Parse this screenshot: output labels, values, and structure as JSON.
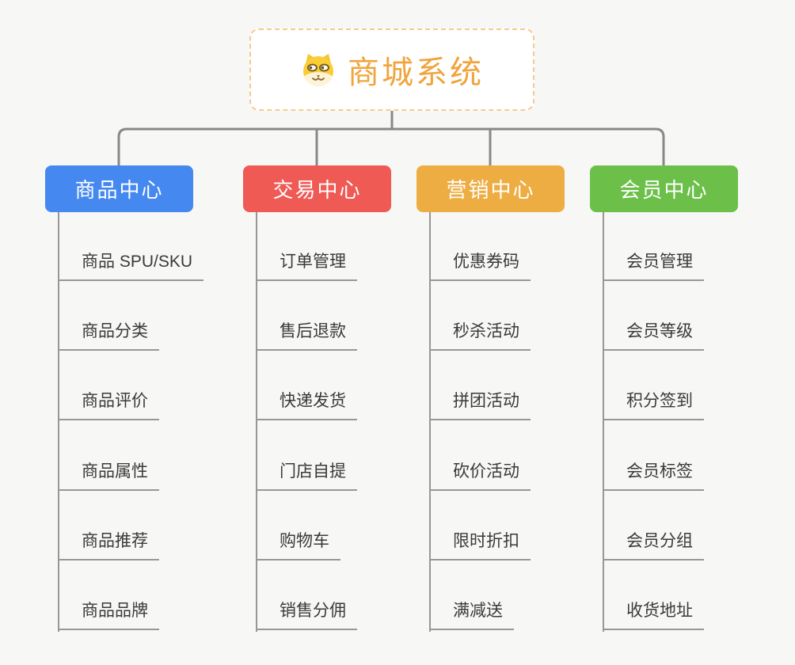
{
  "root": {
    "label": "商城系统",
    "icon": "doge-icon",
    "text_color": "#f0a43c",
    "border_color": "#f6ca8e"
  },
  "connector_color": "#888888",
  "child_line_color": "#979797",
  "child_text_color": "#3a3a3a",
  "background_color": "#f7f7f5",
  "branches": [
    {
      "label": "商品中心",
      "color": "#4589f0",
      "children": [
        "商品 SPU/SKU",
        "商品分类",
        "商品评价",
        "商品属性",
        "商品推荐",
        "商品品牌"
      ]
    },
    {
      "label": "交易中心",
      "color": "#ef5a55",
      "children": [
        "订单管理",
        "售后退款",
        "快递发货",
        "门店自提",
        "购物车",
        "销售分佣"
      ]
    },
    {
      "label": "营销中心",
      "color": "#eead42",
      "children": [
        "优惠券码",
        "秒杀活动",
        "拼团活动",
        "砍价活动",
        "限时折扣",
        "满减送"
      ]
    },
    {
      "label": "会员中心",
      "color": "#6cc04a",
      "children": [
        "会员管理",
        "会员等级",
        "积分签到",
        "会员标签",
        "会员分组",
        "收货地址"
      ]
    }
  ]
}
